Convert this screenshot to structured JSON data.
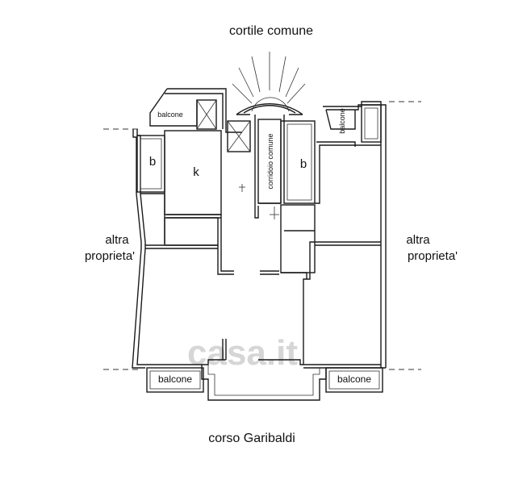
{
  "labels": {
    "top": "cortile comune",
    "bottom": "corso Garibaldi",
    "left_line1": "altra",
    "left_line2": "proprieta'",
    "right_line1": "altra",
    "right_line2": "proprieta'",
    "corridor": "corridoio comune",
    "room_b_left": "b",
    "room_k": "k",
    "room_b_right": "b",
    "balcony_top_left": "balcone",
    "balcony_top_right": "balcone",
    "balcony_bottom_left": "balcone",
    "balcony_bottom_right": "balcone"
  },
  "watermark": "casa.it",
  "colors": {
    "lines": "#1a1a1a",
    "watermark": "#d6d6d6"
  }
}
